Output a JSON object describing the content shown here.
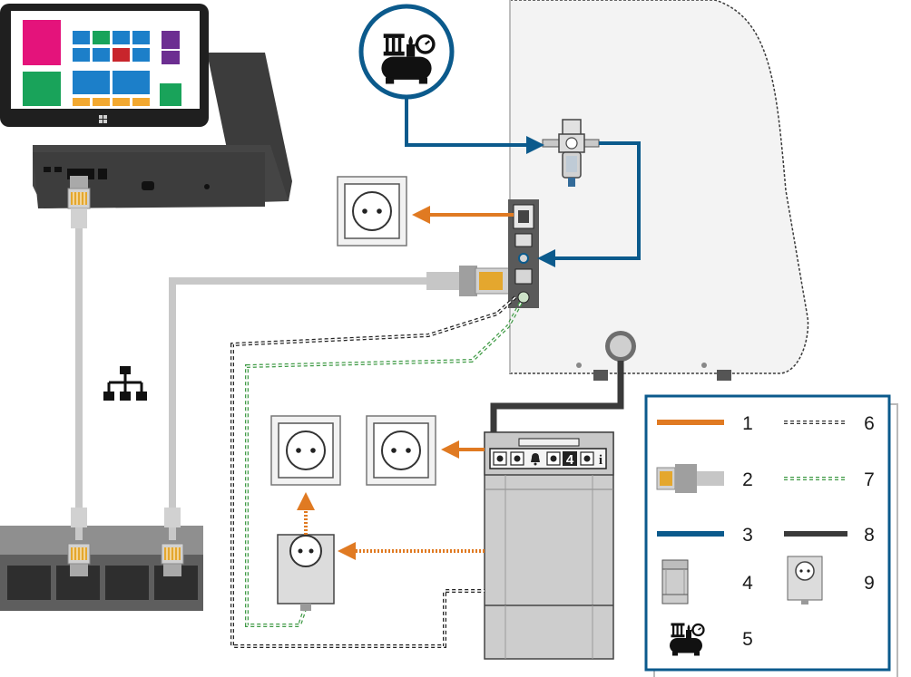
{
  "colors": {
    "power": "#e07a22",
    "network": "#c8c8c8",
    "compressed_air": "#0b5a8c",
    "control": "#3a3a3a",
    "serial": "#333333",
    "ground": "#3f9a45",
    "frame": "#0b5a8c"
  },
  "icons": {
    "compressor": "compressor-icon",
    "network": "network-topology-icon",
    "windows": "windows-logo-icon"
  },
  "control_panel": {
    "display_digit": "4",
    "info_label": "i"
  },
  "legend": {
    "items": [
      {
        "number": "1",
        "symbol": "orange-power-cable"
      },
      {
        "number": "2",
        "symbol": "network-plug"
      },
      {
        "number": "3",
        "symbol": "compressed-air-hose"
      },
      {
        "number": "4",
        "symbol": "control-unit"
      },
      {
        "number": "5",
        "symbol": "compressor-icon"
      },
      {
        "number": "6",
        "symbol": "serial-cable"
      },
      {
        "number": "7",
        "symbol": "ground-cable"
      },
      {
        "number": "8",
        "symbol": "control-cable"
      },
      {
        "number": "9",
        "symbol": "power-adapter-socket"
      }
    ]
  }
}
